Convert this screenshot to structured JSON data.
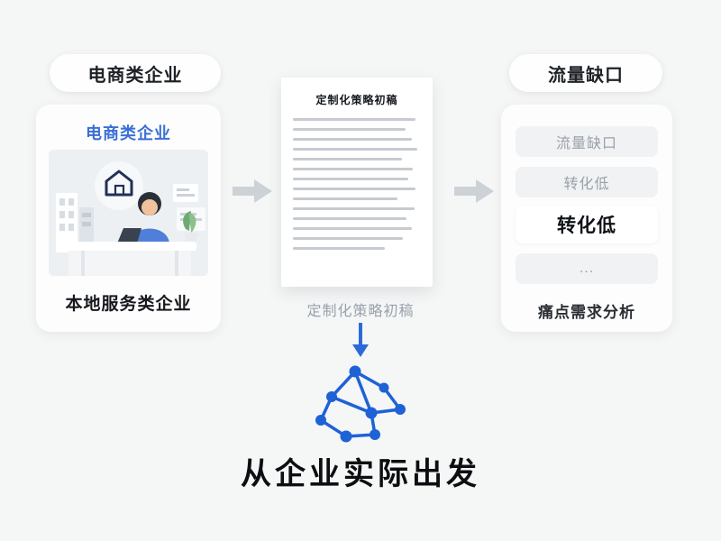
{
  "colors": {
    "background": "#f5f6f6",
    "accent_blue": "#2a6bd9",
    "card_title_blue": "#3b6fd4",
    "arrow_gray": "#cdd2d6",
    "muted_row_text": "#9aa1a8"
  },
  "left": {
    "pill_label": "电商类企业",
    "card": {
      "title": "电商类企业",
      "illustration_icon": "workspace-illustration",
      "caption": "本地服务类企业"
    }
  },
  "middle": {
    "document": {
      "title": "定制化策略初稿"
    },
    "caption": "定制化策略初稿",
    "network_icon": "network-graph-icon",
    "headline": "从企业实际出发"
  },
  "right": {
    "pill_label": "流量缺口",
    "card": {
      "rows": [
        {
          "label": "流量缺口"
        },
        {
          "label": "转化低"
        },
        {
          "label": "转化低"
        },
        {
          "label": "..."
        }
      ],
      "caption": "痛点需求分析"
    }
  }
}
